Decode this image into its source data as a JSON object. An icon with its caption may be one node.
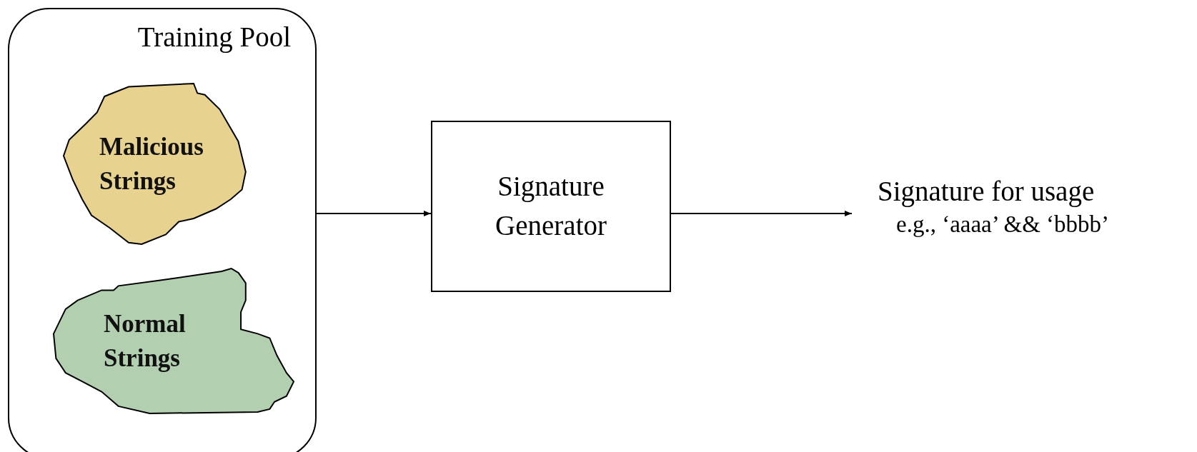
{
  "diagram": {
    "nodes": [
      {
        "text": [
          "Training Pool"
        ]
      },
      {
        "text": [
          "Malicious Strings"
        ],
        "in": 0
      },
      {
        "text": [
          "Normal Strings"
        ],
        "in": 0
      },
      {
        "text": [
          "Signature Generator"
        ]
      },
      {
        "text": [
          "Signature for usage",
          "e.g., ‘aaaa’ && ‘bbbb’"
        ]
      }
    ],
    "edges": [
      {
        "from": 0,
        "to": 3,
        "arrow": "to"
      },
      {
        "from": 3,
        "to": 4,
        "arrow": "to"
      }
    ]
  }
}
